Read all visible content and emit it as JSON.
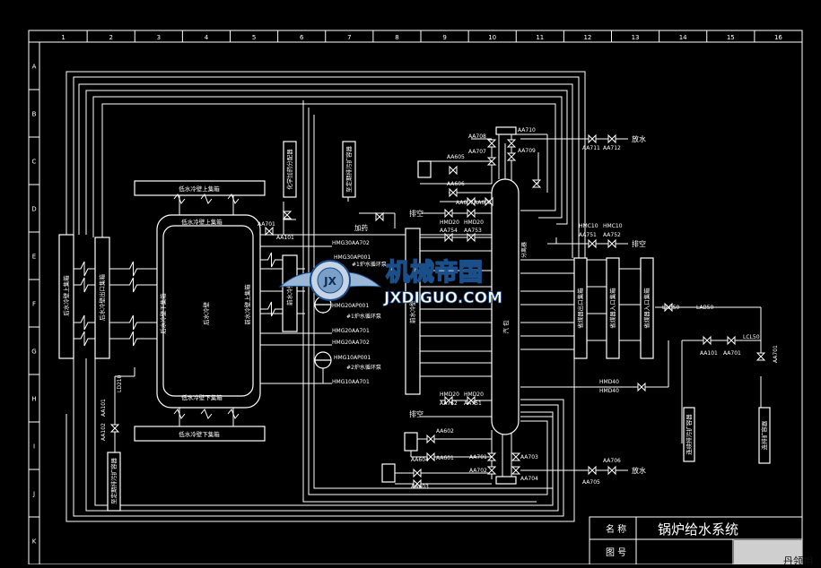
{
  "frame": {
    "columns": [
      "1",
      "2",
      "3",
      "4",
      "5",
      "6",
      "7",
      "8",
      "9",
      "10",
      "11",
      "12",
      "13",
      "14",
      "15",
      "16"
    ],
    "rows": [
      "A",
      "B",
      "C",
      "D",
      "E",
      "F",
      "G",
      "H",
      "I",
      "J",
      "K"
    ]
  },
  "title_block": {
    "name_label": "名 称",
    "name_value": "锅炉给水系统",
    "drawing_no_label": "图 号",
    "corner_text": "丹领相"
  },
  "watermark": {
    "badge": "JX",
    "cn": "机械帝国",
    "en": "JXDIGUO.COM"
  },
  "equipment": {
    "upper_header_a": "低水冷壁上集箱",
    "upper_header_b": "低水冷壁上集箱",
    "lower_header_a": "低水冷壁下集箱",
    "lower_header_b": "低水冷壁下集箱",
    "left_header_1": "后水冷壁上集箱",
    "left_header_2": "后水冷壁出口集箱",
    "furnace_left": "后水冷壁下集箱",
    "furnace_center": "后水冷壁",
    "furnace_right": "前水冷壁上集箱",
    "mid_box_1": "前水冷壁",
    "mid_box_2": "前水冷壁",
    "drum_label": "汽 包",
    "reheater_1": "省煤器出口集箱",
    "reheater_2": "省煤器入口集箱",
    "reheater_3": "省煤器入口集箱",
    "sep_label": "分离器",
    "vert_box_a": "化学加药分配器",
    "vert_box_b": "至定期排污扩容器",
    "vert_box_c": "至定期排污扩容器",
    "vert_box_d": "连续排污扩容器",
    "vert_box_e": "连排扩容器"
  },
  "tags": {
    "aa701_top": "AA701",
    "aa101": "AA101",
    "hmg30aa702": "HMG30AA702",
    "hmg30ap001": "HMG30AP001",
    "pump1": "#1炉水循环泵",
    "pump2": "#2炉水循环泵",
    "pump_lbl2": "#1炉水循环泵",
    "hmg20ap001": "HMG20AP001",
    "hmg20aa701": "HMG20AA701",
    "hmg20aa702": "HMG20AA702",
    "hmg10ap001": "HMG10AP001",
    "hmg10aa701": "HMG10AA701",
    "jiayao": "加药",
    "paikong1": "排空",
    "paikong2": "排空",
    "paikong3": "排空",
    "fangshui1": "放水",
    "fangshui2": "放水",
    "aa708": "AA708",
    "aa710": "AA710",
    "aa707": "AA707",
    "aa709": "AA709",
    "aa711": "AA711",
    "aa712": "AA712",
    "aa605": "AA605",
    "aa606": "AA606",
    "aa607": "AA607",
    "aa608": "AA608",
    "hmd20_a": "HMD20",
    "hmd20_b": "HMD20",
    "aa754": "AA754",
    "aa753": "AA753",
    "hmc10_a": "HMC10",
    "hmc10_b": "HMC10",
    "aa751": "AA751",
    "aa752": "AA752",
    "lab50_a": "LAB50",
    "lab50_b": "LAB50",
    "aa101_b": "AA101",
    "aa701_b": "AA701",
    "lcl50": "LCL50",
    "aa701_c": "AA701",
    "hmd40": "HMD40",
    "hmd40_b": "HMD40",
    "hmd20_c": "HMD20",
    "hmd20_d": "HMD20",
    "aa752_b": "AA752",
    "aa751_b": "AA751",
    "aa602": "AA602",
    "aa601": "AA601",
    "aa604": "AA604",
    "aa603": "AA603",
    "aa701_d": "AA701",
    "aa702_d": "AA702",
    "aa703": "AA703",
    "aa704": "AA704",
    "aa706": "AA706",
    "aa705": "AA705",
    "ld210": "LD210",
    "aa102": "AA102",
    "aa101_c": "AA101"
  },
  "colors": {
    "background": "#000000",
    "line": "#ffffff",
    "watermark_text": "#e8f2ff",
    "watermark_outline": "#1a4f8a",
    "watermark_en": "#ffffff"
  }
}
